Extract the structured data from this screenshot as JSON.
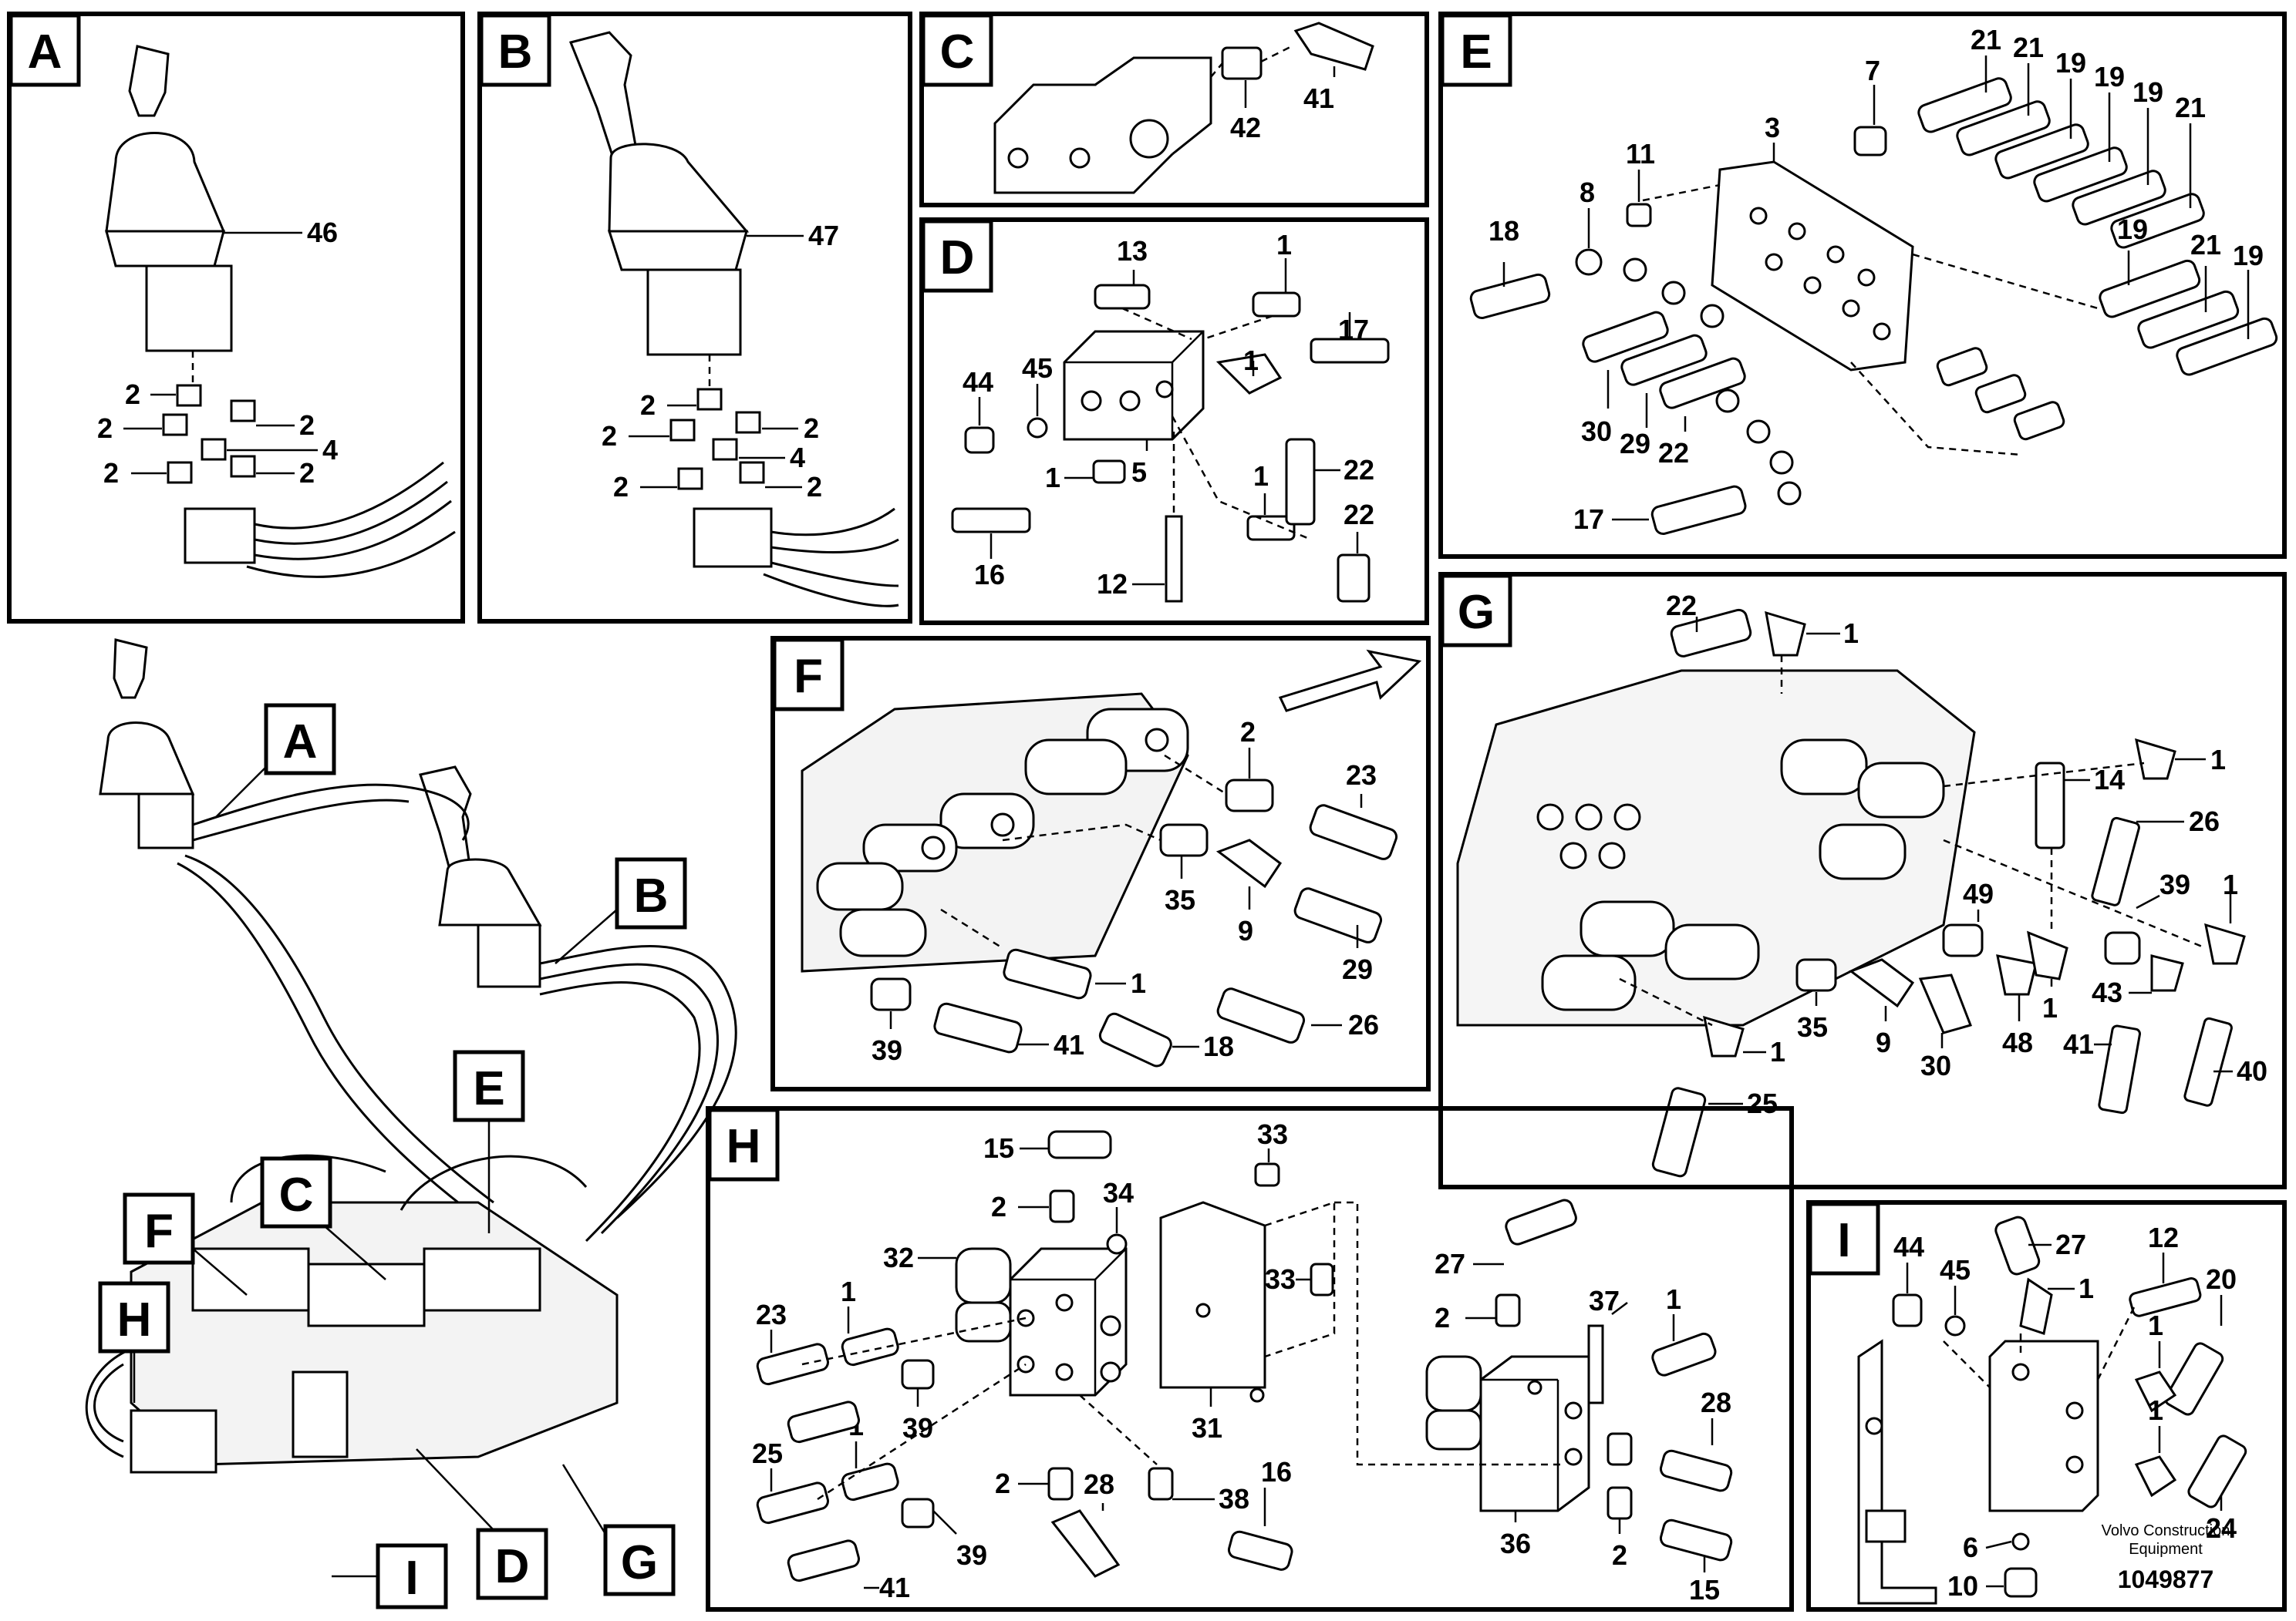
{
  "panels": {
    "A": {
      "tag": "A",
      "callouts": [
        "46",
        "2",
        "2",
        "2",
        "2",
        "2",
        "4"
      ]
    },
    "B": {
      "tag": "B",
      "callouts": [
        "47",
        "2",
        "2",
        "2",
        "2",
        "2",
        "4"
      ]
    },
    "C": {
      "tag": "C",
      "callouts": [
        "42",
        "41"
      ]
    },
    "D": {
      "tag": "D",
      "callouts": [
        "13",
        "1",
        "45",
        "44",
        "1",
        "17",
        "1",
        "5",
        "1",
        "22",
        "16",
        "12",
        "22"
      ]
    },
    "E": {
      "tag": "E",
      "callouts": [
        "21",
        "21",
        "19",
        "19",
        "19",
        "21",
        "7",
        "3",
        "11",
        "8",
        "18",
        "30",
        "29",
        "22",
        "19",
        "21",
        "19",
        "17"
      ]
    },
    "F": {
      "tag": "F",
      "callouts": [
        "2",
        "23",
        "35",
        "9",
        "29",
        "1",
        "39",
        "41",
        "18",
        "26"
      ]
    },
    "G": {
      "tag": "G",
      "callouts": [
        "22",
        "1",
        "1",
        "14",
        "26",
        "39",
        "1",
        "49",
        "43",
        "35",
        "9",
        "30",
        "48",
        "1",
        "41",
        "40",
        "1",
        "25"
      ]
    },
    "H": {
      "tag": "H",
      "callouts": [
        "15",
        "33",
        "2",
        "34",
        "32",
        "33",
        "27",
        "23",
        "1",
        "37",
        "1",
        "2",
        "25",
        "1",
        "39",
        "31",
        "28",
        "2",
        "38",
        "16",
        "28",
        "36",
        "2",
        "41",
        "39",
        "15"
      ]
    },
    "I": {
      "tag": "I",
      "callouts": [
        "44",
        "45",
        "27",
        "12",
        "20",
        "1",
        "1",
        "1",
        "24",
        "6",
        "10"
      ]
    }
  },
  "overview": {
    "tags": [
      "A",
      "B",
      "E",
      "C",
      "F",
      "H",
      "D",
      "G",
      "I"
    ]
  },
  "credit": {
    "line1": "Volvo Construction",
    "line2": "Equipment",
    "docno": "1049877"
  }
}
